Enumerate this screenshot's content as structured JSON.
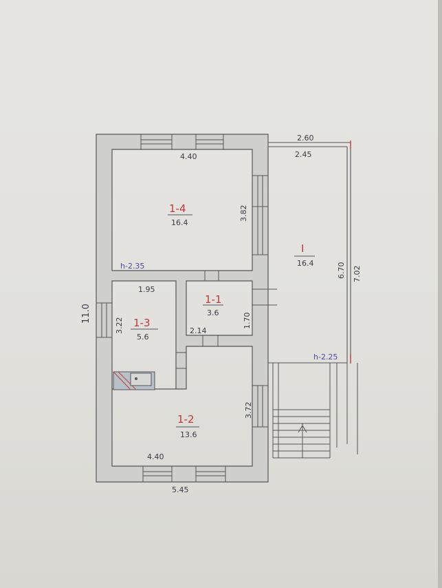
{
  "floor_plan": {
    "rooms": [
      {
        "id": "1-4",
        "area": "16.4"
      },
      {
        "id": "1-1",
        "area": "3.6"
      },
      {
        "id": "1-3",
        "area": "5.6"
      },
      {
        "id": "1-2",
        "area": "13.6"
      },
      {
        "id": "I",
        "area": "16.4"
      }
    ],
    "heights": {
      "main": "h-2.35",
      "veranda": "h-2.25"
    },
    "dimensions": {
      "top_inner": "4.40",
      "room14_depth": "3.82",
      "room13_width": "1.95",
      "left_total": "11.0",
      "room13_depth": "3.22",
      "room11_depth": "1.70",
      "room11_width": "2.14",
      "room12_depth": "3.72",
      "bottom_inner": "4.40",
      "bottom_outer": "5.45",
      "veranda_outer": "2.60",
      "veranda_inner": "2.45",
      "veranda_depth": "6.70",
      "veranda_outer_depth": "7.02"
    }
  }
}
